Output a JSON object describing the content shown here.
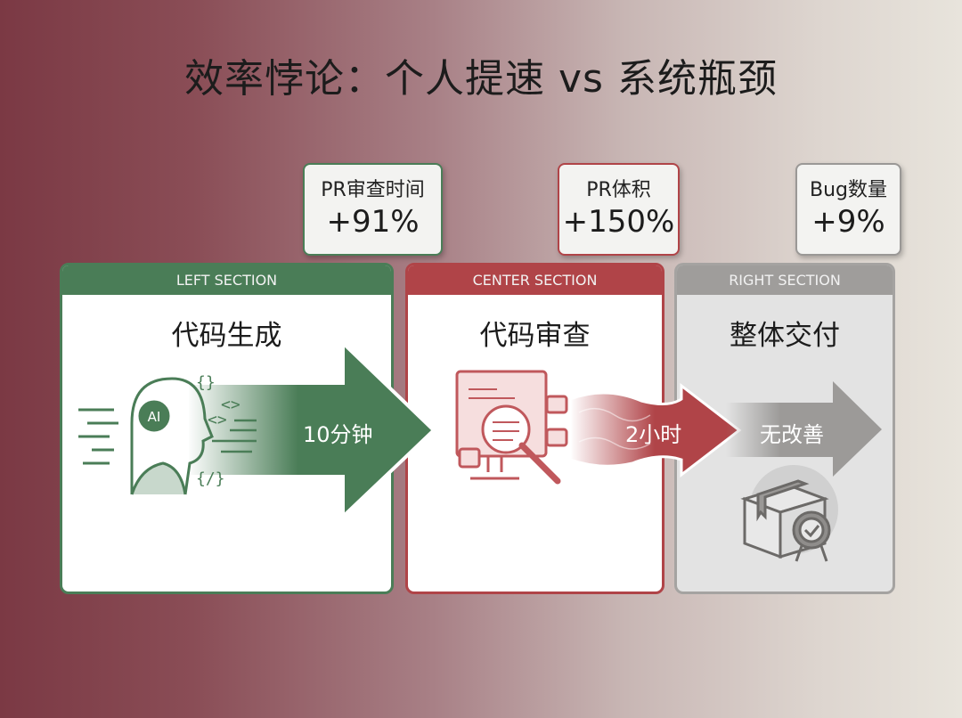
{
  "title": "效率悖论：个人提速 vs 系统瓶颈",
  "colors": {
    "green": "#4a7d57",
    "red": "#b04448",
    "gray": "#9a9896"
  },
  "callouts": [
    {
      "label": "PR审查时间",
      "value": "+91%"
    },
    {
      "label": "PR体积",
      "value": "+150%"
    },
    {
      "label": "Bug数量",
      "value": "+9%"
    }
  ],
  "panels": [
    {
      "header": "LEFT SECTION",
      "title": "代码生成",
      "arrow_label": "10分钟",
      "icon": "ai-robot-head-icon"
    },
    {
      "header": "CENTER SECTION",
      "title": "代码审查",
      "arrow_label": "2小时",
      "icon": "code-review-magnifier-icon"
    },
    {
      "header": "RIGHT SECTION",
      "title": "整体交付",
      "arrow_label": "无改善",
      "icon": "package-badge-icon"
    }
  ]
}
